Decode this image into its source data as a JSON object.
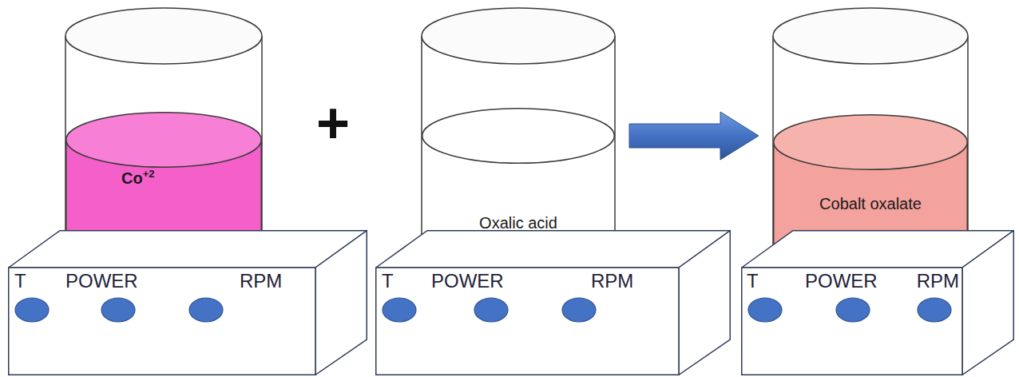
{
  "diagram": {
    "nodes": [
      {
        "text": [
          "Co",
          "+2"
        ]
      },
      {
        "text": [
          "T",
          "POWER",
          "RPM"
        ]
      },
      {
        "text": [
          "Oxalic acid"
        ]
      },
      {
        "text": [
          "T",
          "POWER",
          "RPM"
        ]
      },
      {
        "text": [
          "Cobalt oxalate"
        ]
      },
      {
        "text": [
          "T",
          "POWER",
          "RPM"
        ]
      }
    ],
    "edges": [
      {
        "from": 2,
        "to": 4,
        "arrow": "to"
      }
    ],
    "labels": [
      "+"
    ]
  }
}
